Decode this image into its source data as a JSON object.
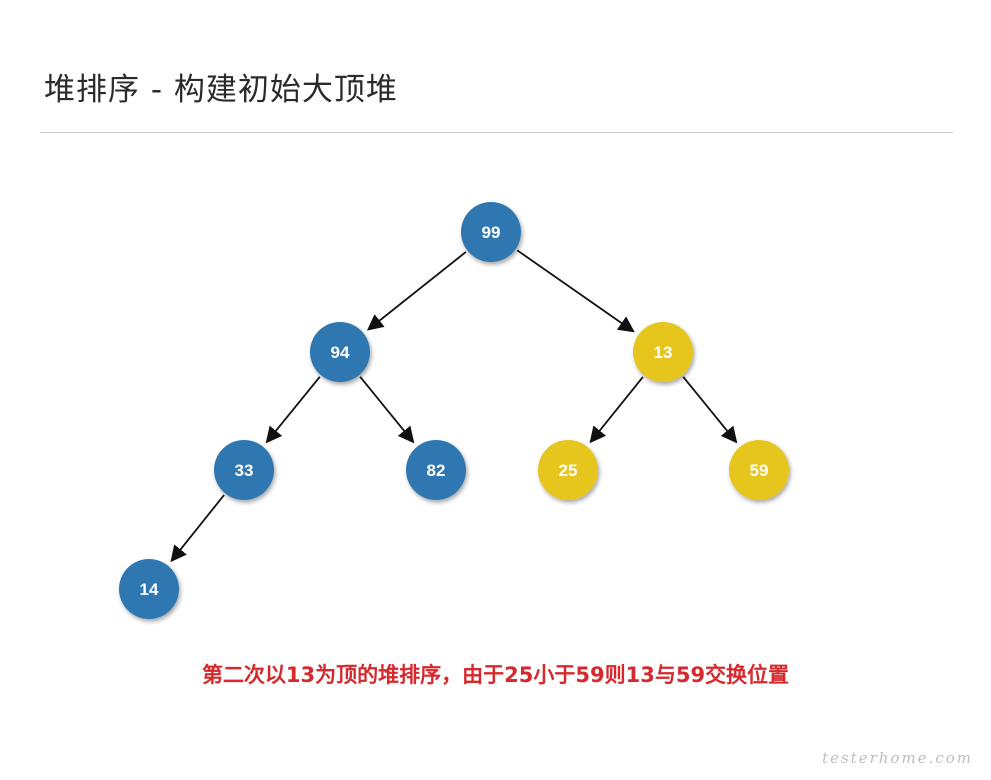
{
  "title": "堆排序 - 构建初始大顶堆",
  "caption": "第二次以13为顶的堆排序，由于25小于59则13与59交换位置",
  "watermark": "testerhome.com",
  "colors": {
    "blue_node": "#2e77b0",
    "yellow_node": "#e6c51b",
    "caption": "#d6282d",
    "edge": "#111111"
  },
  "tree": {
    "nodes": [
      {
        "id": "n99",
        "label": "99",
        "color": "blue"
      },
      {
        "id": "n94",
        "label": "94",
        "color": "blue"
      },
      {
        "id": "n13",
        "label": "13",
        "color": "yellow"
      },
      {
        "id": "n33",
        "label": "33",
        "color": "blue"
      },
      {
        "id": "n82",
        "label": "82",
        "color": "blue"
      },
      {
        "id": "n25",
        "label": "25",
        "color": "yellow"
      },
      {
        "id": "n59",
        "label": "59",
        "color": "yellow"
      },
      {
        "id": "n14",
        "label": "14",
        "color": "blue"
      }
    ],
    "edges": [
      {
        "from": "n99",
        "to": "n94"
      },
      {
        "from": "n99",
        "to": "n13"
      },
      {
        "from": "n94",
        "to": "n33"
      },
      {
        "from": "n94",
        "to": "n82"
      },
      {
        "from": "n13",
        "to": "n25"
      },
      {
        "from": "n13",
        "to": "n59"
      },
      {
        "from": "n33",
        "to": "n14"
      }
    ]
  }
}
